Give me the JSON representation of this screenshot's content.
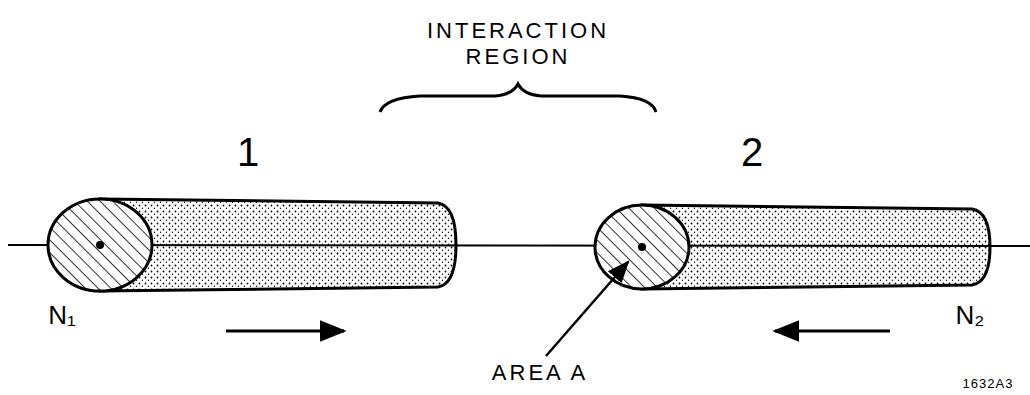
{
  "diagram": {
    "labels": [
      "INTERACTION REGION",
      "1",
      "2",
      "N₁",
      "N₂",
      "AREA A",
      "1632A3"
    ]
  }
}
